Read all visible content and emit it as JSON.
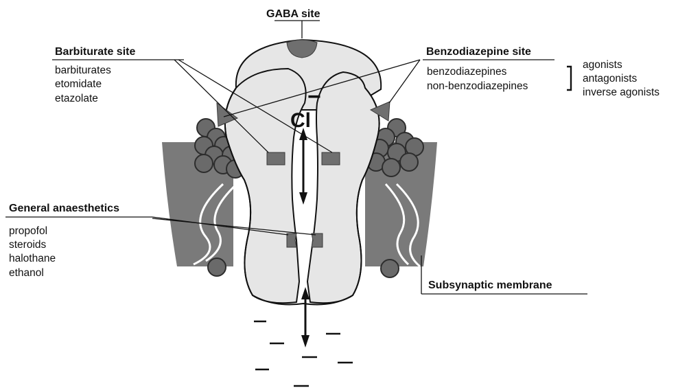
{
  "gaba_site": {
    "title": "GABA site"
  },
  "barbiturate_site": {
    "title": "Barbiturate site",
    "items": [
      "barbiturates",
      "etomidate",
      "etazolate"
    ]
  },
  "benzodiazepine_site": {
    "title": "Benzodiazepine site",
    "items": [
      "benzodiazepines",
      "non-benzodiazepines"
    ],
    "effects": [
      "agonists",
      "antagonists",
      "inverse agonists"
    ]
  },
  "general_anaesthetics": {
    "title": "General anaesthetics",
    "items": [
      "propofol",
      "steroids",
      "halothane",
      "ethanol"
    ]
  },
  "ion": {
    "label": "Cl",
    "charge": "−"
  },
  "membrane": {
    "label": "Subsynaptic membrane"
  },
  "colors": {
    "membrane": "#7a7a7a",
    "subunit": "#e6e6e6",
    "site": "#6f6f6f"
  }
}
